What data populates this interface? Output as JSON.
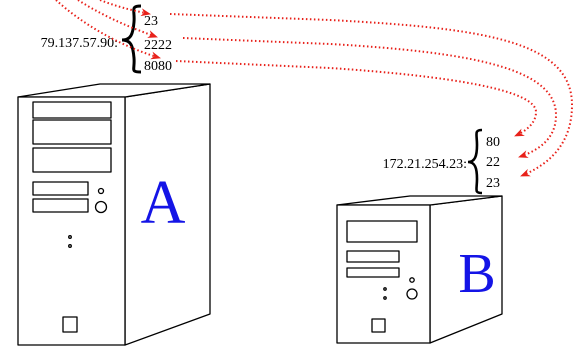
{
  "colors": {
    "ink": "#000000",
    "arrow": "#e8211a",
    "label": "#1414e6"
  },
  "host_a": {
    "label": "A",
    "ip": "79.137.57.90:",
    "ports": [
      "23",
      "2222",
      "8080"
    ]
  },
  "host_b": {
    "label": "B",
    "ip": "172.21.254.23:",
    "ports": [
      "80",
      "22",
      "23"
    ]
  },
  "forwards": [
    {
      "from": "A:23",
      "to": "B:23"
    },
    {
      "from": "A:2222",
      "to": "B:22"
    },
    {
      "from": "A:8080",
      "to": "B:80"
    }
  ]
}
